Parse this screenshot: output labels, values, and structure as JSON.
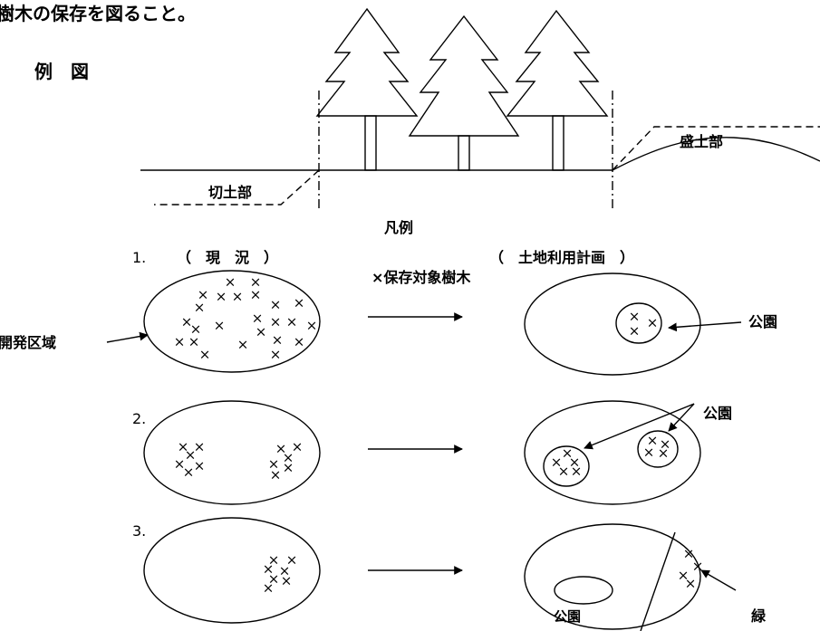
{
  "header_text": "樹木の保存を図ること。",
  "example_title": "例　図",
  "cross_section": {
    "fill_label": "盛土部",
    "cut_label": "切土部"
  },
  "legend": {
    "title": "凡例",
    "item": "×保存対象樹木"
  },
  "columns": {
    "current": "（　現　況　）",
    "plan": "（　土地利用計画　）"
  },
  "rows": [
    {
      "number": "1.",
      "park_label": "公園",
      "development_area_label": "開発区域"
    },
    {
      "number": "2.",
      "park_label": "公園"
    },
    {
      "number": "3.",
      "park_label": "公園",
      "green_label": "緑"
    }
  ],
  "cross_mark": "×"
}
